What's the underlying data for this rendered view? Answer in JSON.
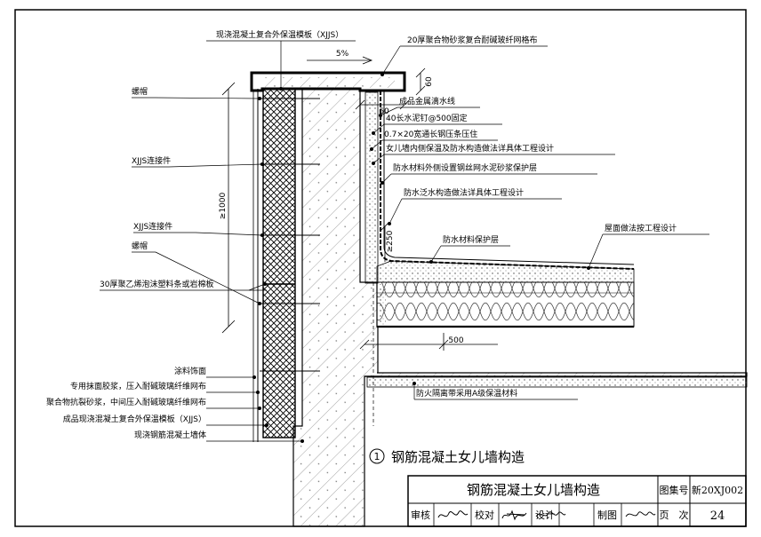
{
  "labels": {
    "top_formwork": "现浇混凝土复合外保温模板（XJJS）",
    "slope": "5%",
    "coat_top": "20厚聚合物砂浆复合耐碱玻纤网格布",
    "nut_upper": "螺帽",
    "connector_upper": "XJJS连接件",
    "connector_lower": "XJJS连接件",
    "nut_lower": "螺帽",
    "foam_strip": "30厚聚乙烯泡沫塑料条或岩棉板",
    "drip": "成品金属滴水线",
    "nail": "40长水泥钉@500固定",
    "steel_strip": "0.7×20宽通长钢压条压住",
    "inner_insul": "女儿墙内侧保温及防水构造做法详具体工程设计",
    "mesh_protect": "防水材料外侧设置钢丝网水泥砂浆保护层",
    "upturn": "防水泛水构造做法详具体工程设计",
    "wp_protect": "防水材料保护层",
    "roof": "屋面做法按工程设计",
    "fire_belt": "防火隔离带采用A级保温材料",
    "paint": "涂料饰面",
    "adhesive": "专用抹面胶浆，压入耐碱玻璃纤维网布",
    "mortar": "聚合物抗裂砂浆，中间压入耐碱玻璃纤维网布",
    "prefab": "成品现浇混凝土复合外保温模板（XJJS）",
    "concrete_wall": "现浇钢筋混凝土墙体"
  },
  "dimensions": {
    "d60a": "60",
    "d60b": "60",
    "d1000": "≥1000",
    "d250": "≥250",
    "d500": "500"
  },
  "caption": {
    "number": "1",
    "title": "钢筋混凝土女儿墙构造"
  },
  "title_block": {
    "title": "钢筋混凝土女儿墙构造",
    "atlas_label": "图集号",
    "atlas_no": "新20XJ002",
    "review": "审核",
    "check": "校对",
    "design": "设计",
    "draw": "制图",
    "page_label": "页　次",
    "page_no": "24"
  }
}
